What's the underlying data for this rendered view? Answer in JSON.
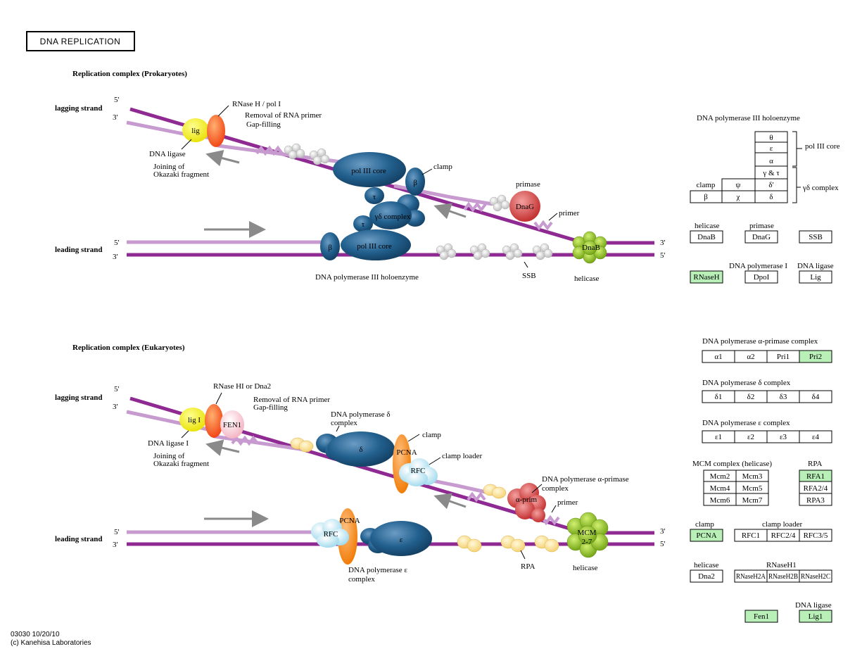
{
  "map_title": "DNA REPLICATION",
  "prok": {
    "section_title": "Replication complex (Prokaryotes)",
    "lagging_strand": "lagging strand",
    "leading_strand": "leading strand",
    "rnase_label": "RNase H / pol I",
    "removal_label": "Removal of RNA primer",
    "gapfill_label": "Gap-filling",
    "lig": "lig",
    "dna_ligase": "DNA ligase",
    "joining_1": "Joining of",
    "joining_2": "Okazaki fragment",
    "pol3_core": "pol III core",
    "beta": "β",
    "tau": "τ",
    "gd_complex": "γδ complex",
    "clamp": "clamp",
    "primase": "primase",
    "dnag": "DnaG",
    "primer": "primer",
    "dnab": "DnaB",
    "helicase": "helicase",
    "holoenzyme": "DNA polymerase III holoenzyme",
    "ssb": "SSB",
    "p5": "5'",
    "p3": "3'"
  },
  "euk": {
    "section_title": "Replication complex (Eukaryotes)",
    "lagging_strand": "lagging strand",
    "leading_strand": "leading strand",
    "rnase_label": "RNase HI or Dna2",
    "removal_label": "Removal of RNA primer",
    "gapfill_label": "Gap-filling",
    "lig1": "lig I",
    "fen1": "FEN1",
    "dna_ligase": "DNA ligase I",
    "joining_1": "Joining of",
    "joining_2": "Okazaki fragment",
    "pold_1": "DNA polymerase δ",
    "pold_2": "complex",
    "delta": "δ",
    "clamp": "clamp",
    "pcna": "PCNA",
    "rfc": "RFC",
    "clamp_loader": "clamp loader",
    "pola_1": "DNA polymerase α-primase",
    "pola_2": "complex",
    "aprim": "α-prim",
    "primer": "primer",
    "mcm_1": "MCM",
    "mcm_2": "2-7",
    "helicase": "helicase",
    "rpa": "RPA",
    "epsilon": "ε",
    "pole_1": "DNA polymerase ε",
    "pole_2": "complex",
    "p5": "5'",
    "p3": "3'"
  },
  "legend_prok": {
    "holo_title": "DNA polymerase III holoenzyme",
    "theta": "θ",
    "epsilon": "ε",
    "alpha": "α",
    "gamma_tau": "γ & τ",
    "delta_prime": "δ'",
    "delta": "δ",
    "clamp": "clamp",
    "psi": "ψ",
    "beta": "β",
    "chi": "χ",
    "pol3_core": "pol III core",
    "gd_complex": "γδ complex",
    "helicase_t": "helicase",
    "dnab": "DnaB",
    "primase_t": "primase",
    "dnag": "DnaG",
    "ssb": "SSB",
    "rnaseh": "RNaseH",
    "pol1_t": "DNA polymerase I",
    "dpoi": "DpoI",
    "ligase_t": "DNA ligase",
    "lig": "Lig"
  },
  "legend_euk": {
    "apc_title": "DNA polymerase α-primase complex",
    "a1": "α1",
    "a2": "α2",
    "pri1": "Pri1",
    "pri2": "Pri2",
    "pdc_title": "DNA polymerase δ complex",
    "d1": "δ1",
    "d2": "δ2",
    "d3": "δ3",
    "d4": "δ4",
    "pec_title": "DNA polymerase ε complex",
    "e1": "ε1",
    "e2": "ε2",
    "e3": "ε3",
    "e4": "ε4",
    "mcm_title": "MCM complex (helicase)",
    "mcm2": "Mcm2",
    "mcm3": "Mcm3",
    "mcm4": "Mcm4",
    "mcm5": "Mcm5",
    "mcm6": "Mcm6",
    "mcm7": "Mcm7",
    "rpa_title": "RPA",
    "rfa1": "RFA1",
    "rfa24": "RFA2/4",
    "rpa3": "RPA3",
    "clamp_t": "clamp",
    "pcna": "PCNA",
    "loader_t": "clamp loader",
    "rfc1": "RFC1",
    "rfc24": "RFC2/4",
    "rfc35": "RFC3/5",
    "helicase_t": "helicase",
    "dna2": "Dna2",
    "rnaseh1_t": "RNaseH1",
    "rnh2a": "RNaseH2A",
    "rnh2b": "RNaseH2B",
    "rnh2c": "RNaseH2C",
    "ligase_t": "DNA ligase",
    "fen1": "Fen1",
    "lig1": "Lig1"
  },
  "footer": {
    "map_id": "03030 10/20/10",
    "copyright": "(c) Kanehisa Laboratories"
  },
  "colors": {
    "strand_dark": "#8e2a92",
    "strand_light": "#c79ad0",
    "pol_blue": "#1f5a86",
    "highlight_green": "#b8f0b8",
    "ligase_yellow": "#f0f020",
    "rnase_orange": "#ff5520",
    "primase_red": "#d83a3a",
    "helicase_green": "#8cc020",
    "pcna_orange": "#ff8c1a",
    "rfc_cyan": "#b8e8f4",
    "rpa_yellow": "#ffe4a0",
    "ssb_grey": "#d8d8d8",
    "fen1_pink": "#ffd0d8"
  }
}
